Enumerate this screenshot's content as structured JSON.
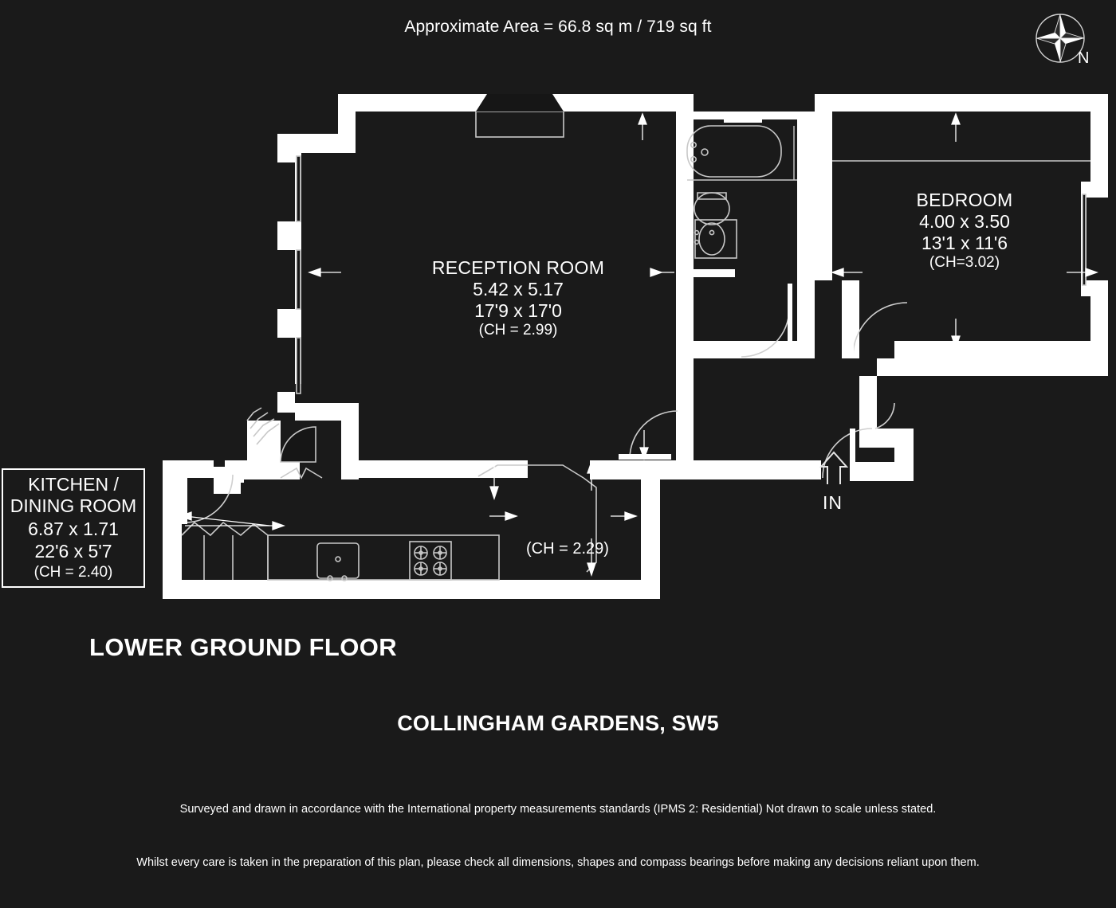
{
  "header": {
    "area_text": "Approximate Area = 66.8 sq m / 719 sq ft",
    "area_sq_m": "66.8",
    "area_sq_ft": "719"
  },
  "compass": {
    "icon": "compass-rose-icon",
    "north_label": "N"
  },
  "rooms": [
    {
      "key": "reception",
      "name": "RECEPTION ROOM",
      "metric": "5.42 x 5.17",
      "imperial": "17'9 x 17'0",
      "ceiling_height": "(CH = 2.99)"
    },
    {
      "key": "bedroom",
      "name": "BEDROOM",
      "metric": "4.00 x 3.50",
      "imperial": "13'1 x 11'6",
      "ceiling_height": "(CH=3.02)"
    },
    {
      "key": "kitchen",
      "name_line1": "KITCHEN /",
      "name_line2": "DINING ROOM",
      "metric": "6.87 x 1.71",
      "imperial": "22'6 x 5'7",
      "ceiling_height": "(CH = 2.40)"
    }
  ],
  "hall": {
    "ceiling_height": "(CH = 2.29)"
  },
  "entrance": {
    "label": "IN",
    "icon": "up-arrow-icon"
  },
  "titles": {
    "floor": "LOWER GROUND FLOOR",
    "property": "COLLINGHAM GARDENS, SW5"
  },
  "disclaimer": {
    "line1": "Surveyed and drawn in accordance with the International property measurements standards (IPMS 2: Residential) Not drawn to scale unless stated.",
    "line2": "Whilst every care is taken in the preparation of this plan, please check all dimensions, shapes and compass bearings before making any decisions reliant upon them."
  },
  "colors": {
    "background": "#1a1a1a",
    "wall": "#ffffff",
    "floor": "#141414",
    "text": "#ffffff",
    "fixture_line": "#c8c8c8"
  },
  "fixtures": {
    "bath": "bathtub-icon",
    "toilet": "toilet-icon",
    "basin": "washbasin-icon",
    "sink": "kitchen-sink-icon",
    "hob": "cooker-hob-icon",
    "fireplace": "fireplace-icon"
  }
}
